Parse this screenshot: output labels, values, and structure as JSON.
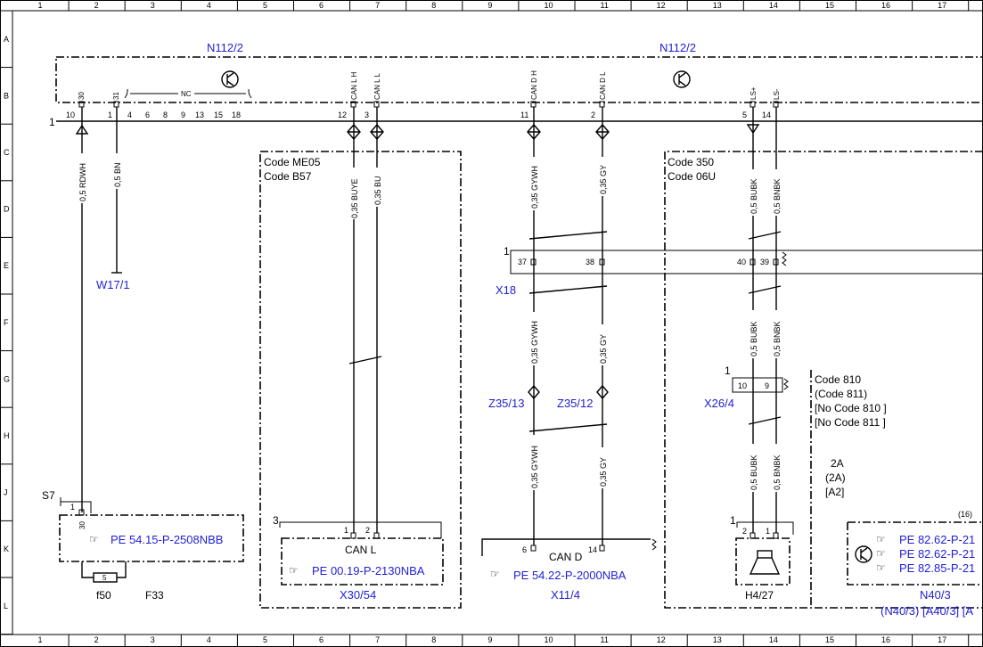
{
  "grid": {
    "columns": [
      "1",
      "2",
      "3",
      "4",
      "5",
      "6",
      "7",
      "8",
      "9",
      "10",
      "11",
      "12",
      "13",
      "14",
      "15",
      "16",
      "17"
    ],
    "rows": [
      "A",
      "B",
      "C",
      "D",
      "E",
      "F",
      "G",
      "H",
      "J",
      "K",
      "L"
    ]
  },
  "components": {
    "n112_left": "N112/2",
    "n112_right": "N112/2",
    "w17": "W17/1",
    "x18": "X18",
    "z35_13": "Z35/13",
    "z35_12": "Z35/12",
    "x26_4": "X26/4",
    "x30_54": "X30/54",
    "x11_4": "X11/4",
    "h4_27": "H4/27",
    "n40_3": "N40/3",
    "n40_3_alt": "(N40/3)  [A40/3]  [A",
    "s7": "S7",
    "f50": "f50",
    "f33": "F33"
  },
  "codes": {
    "me05": "Code ME05",
    "b57": "Code B57",
    "c350": "Code 350",
    "c06u": "Code 06U",
    "c810": "Code 810",
    "c811p": "(Code 811)",
    "no810": "[No  Code 810  ]",
    "no811": "[No  Code 811  ]",
    "fuse_2a": "2A",
    "fuse_2a_p": "(2A)",
    "fuse_a2": "[A2]"
  },
  "wires": {
    "w30": "0,5 RDWH",
    "w31": "0,5 BN",
    "can_h_top": "0,35 BUYE",
    "can_l_top": "0,35 BU",
    "cand_h_top": "0,35 GYWH",
    "cand_l_top": "0,35 GY",
    "ls_p_top": "0,5 BUBK",
    "ls_m_top": "0,5 BNBK",
    "cand_h_mid": "0,35 GYWH",
    "cand_l_mid": "0,35 GY",
    "ls_p_mid": "0,5 BUBK",
    "ls_m_mid": "0,5 BNBK",
    "cand_h_bot": "0,35 GYWH",
    "cand_l_bot": "0,35 GY",
    "ls_p_bot": "0,5 BUBK",
    "ls_m_bot": "0,5 BNBK"
  },
  "pins": {
    "p30": "30",
    "p31": "31",
    "nc": "NC",
    "can_lh": "CAN L H",
    "can_ll": "CAN L L",
    "can_dh": "CAN D H",
    "can_dl": "CAN D L",
    "ls_plus": "LS+",
    "ls_minus": "LS-",
    "n10": "10",
    "n1": "1",
    "n4": "4",
    "n6": "6",
    "n8": "8",
    "n9": "9",
    "n13": "13",
    "n15": "15",
    "n18": "18",
    "n12": "12",
    "n3": "3",
    "n11": "11",
    "n2": "2",
    "n5": "5",
    "n14": "14",
    "x18_37": "37",
    "x18_38": "38",
    "x18_40": "40",
    "x18_39": "39",
    "x18_1": "1",
    "x26_10": "10",
    "x26_9": "9",
    "x26_1": "1",
    "x30_1": "1",
    "x30_2": "2",
    "x30_3": "3",
    "x11_6": "6",
    "x11_14": "14",
    "h4_2": "2",
    "h4_1": "1",
    "h4_bracket": "1",
    "s7_1": "1",
    "s7_30": "30",
    "f_5": "5",
    "bus_1": "1",
    "n40_16": "(16)"
  },
  "labels": {
    "can_l": "CAN L",
    "can_d": "CAN D"
  },
  "references": {
    "pe_54_15": "PE 54.15-P-2508NBB",
    "pe_00_19": "PE 00.19-P-2130NBA",
    "pe_54_22": "PE 54.22-P-2000NBA",
    "pe_82_62a": "PE 82.62-P-21",
    "pe_82_62b": "PE 82.62-P-21",
    "pe_82_85": "PE 82.85-P-21"
  },
  "icons": {
    "ref": "pointing-hand-icon",
    "transistor": "transistor-icon",
    "speaker": "speaker-icon"
  },
  "colors": {
    "ink": "#000000",
    "reference_blue": "#1f1fd6",
    "background": "#ffffff"
  }
}
